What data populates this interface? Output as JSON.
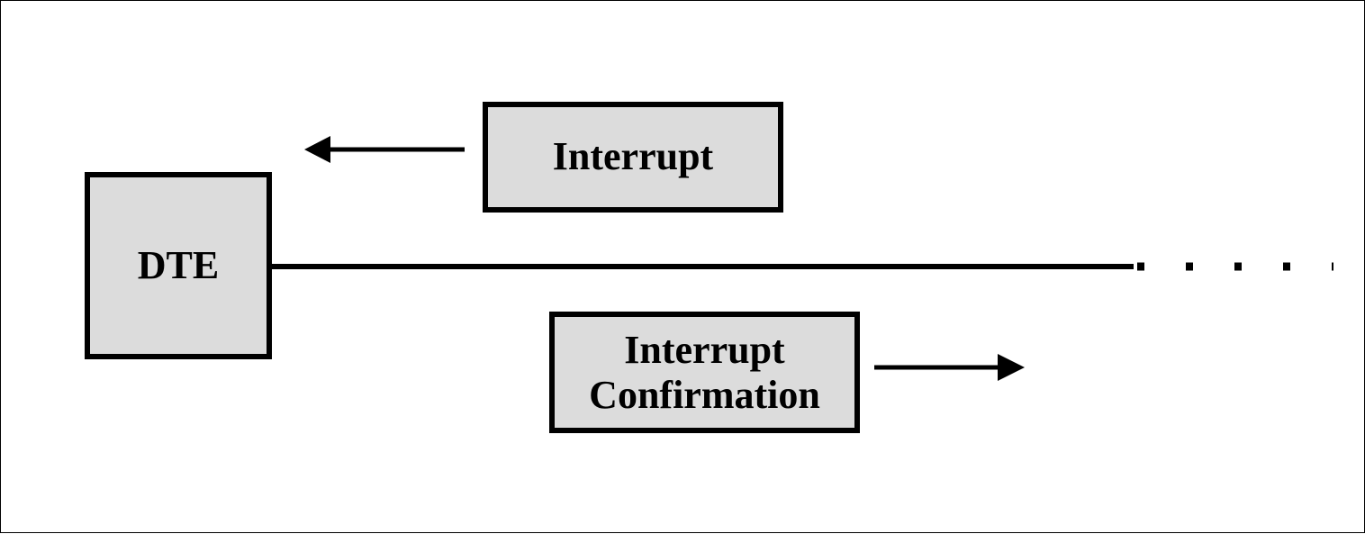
{
  "diagram": {
    "dte_label": "DTE",
    "packets": [
      {
        "label": "Interrupt",
        "direction": "toward DTE"
      },
      {
        "label": "Interrupt\nConfirmation",
        "direction": "away from DTE"
      }
    ]
  },
  "colors": {
    "box_fill": "#dcdcdc",
    "stroke": "#000000",
    "background": "#ffffff"
  }
}
